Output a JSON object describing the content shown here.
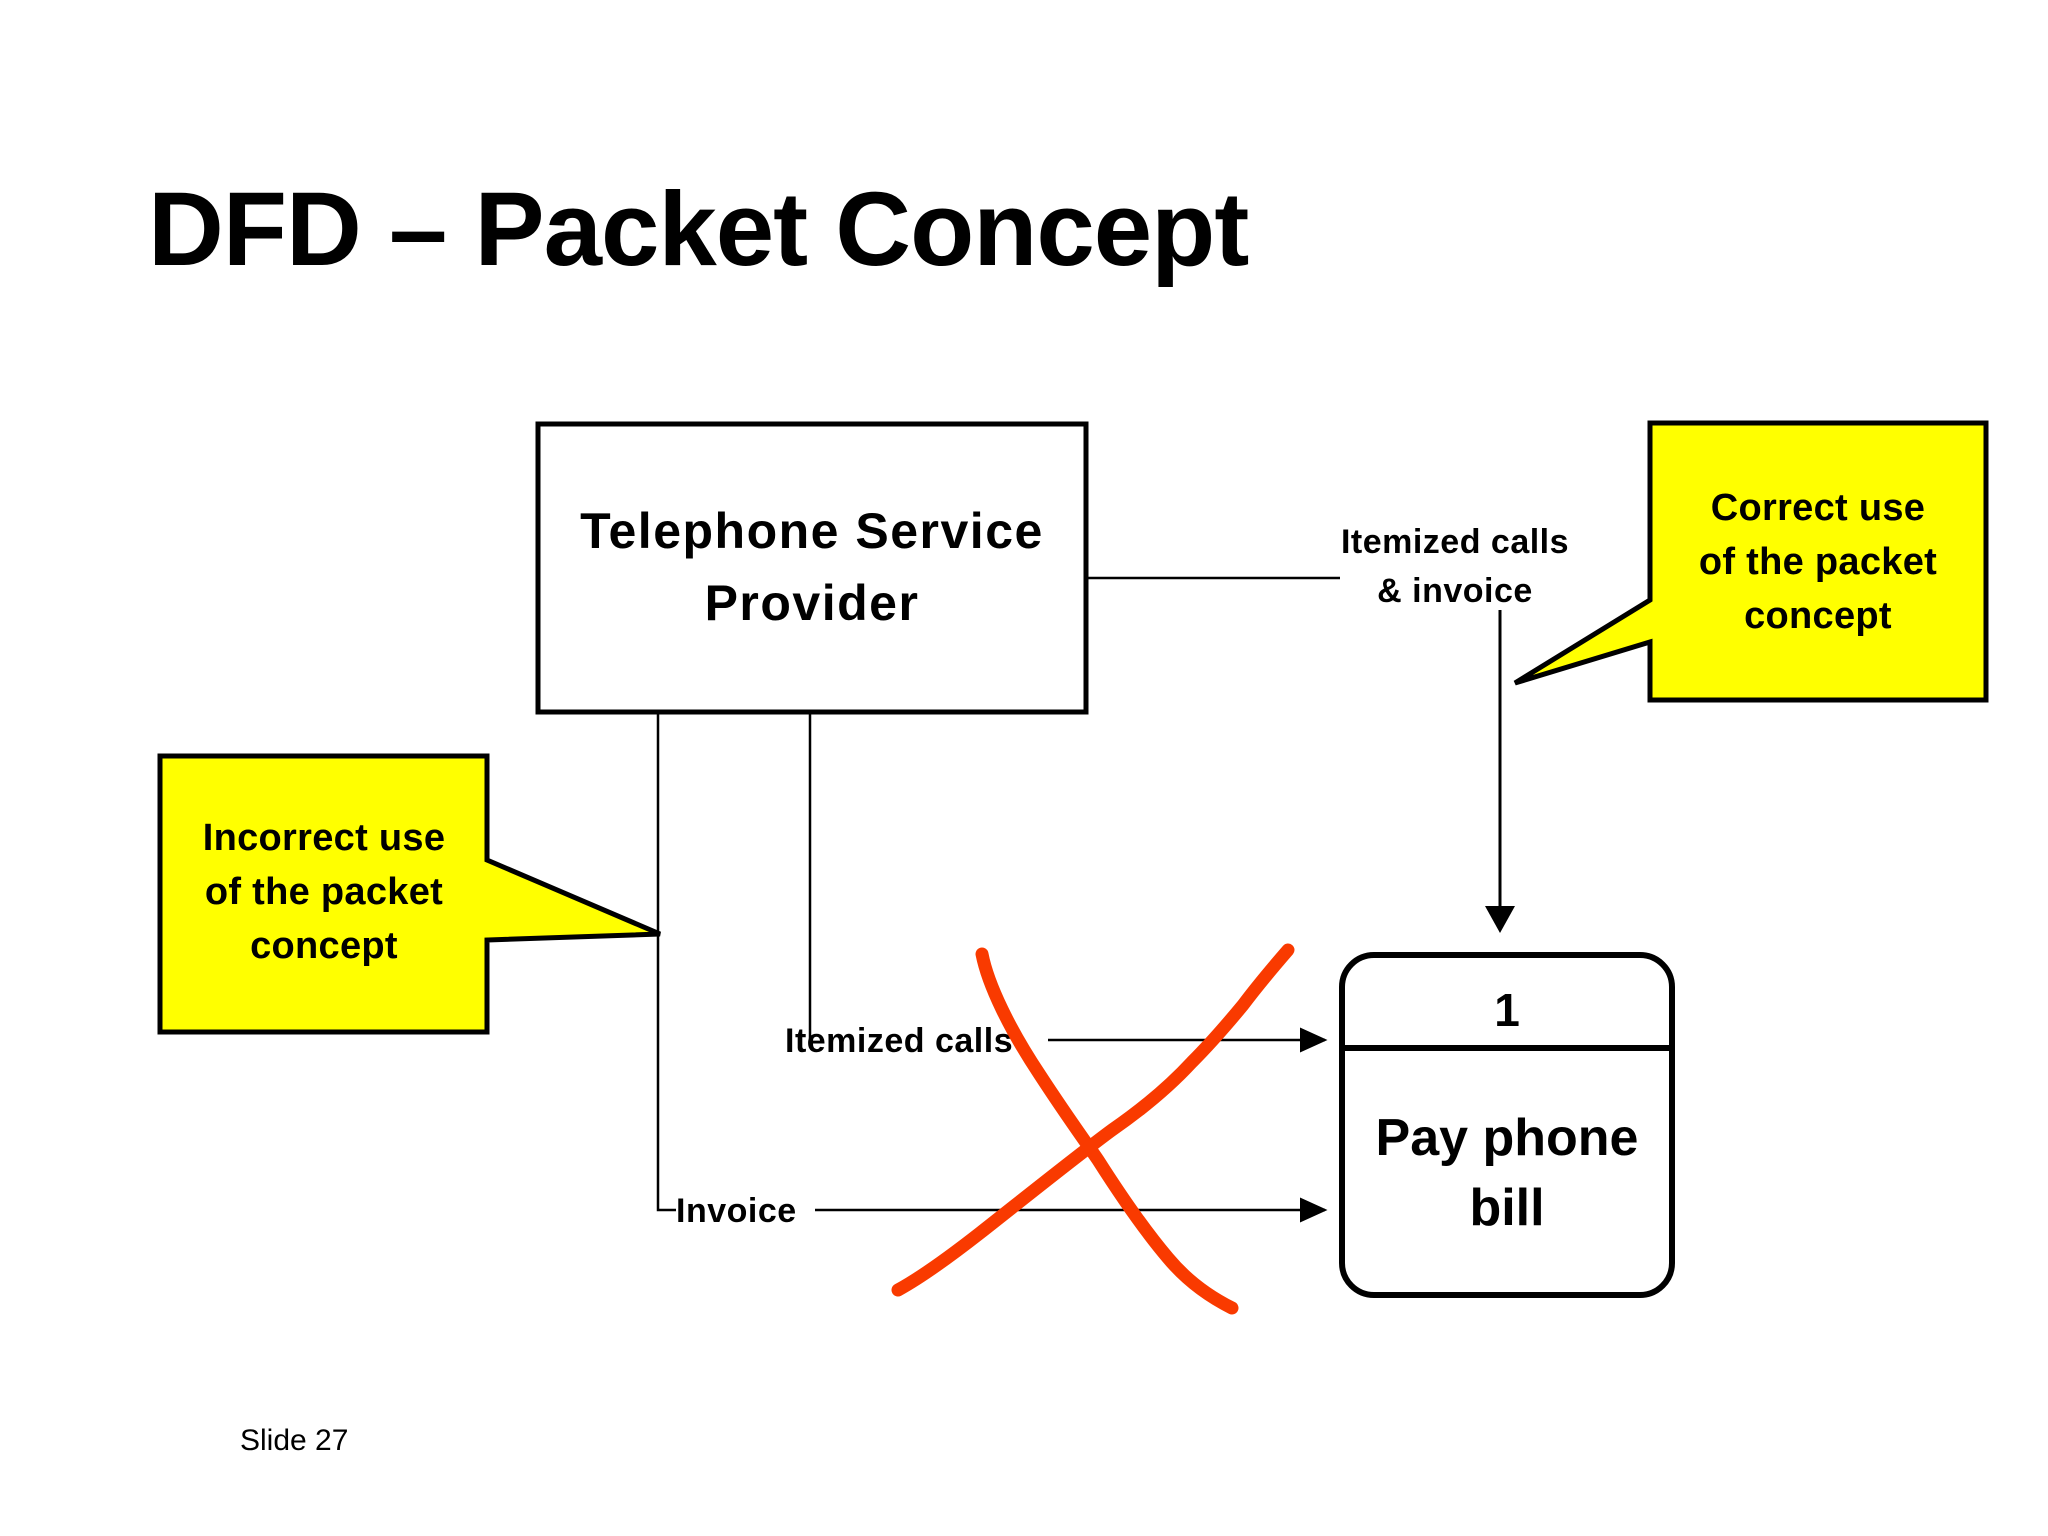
{
  "slide": {
    "title": "DFD – Packet Concept",
    "number_label": "Slide 27",
    "background_color": "#FFFFFF",
    "text_color": "#000000"
  },
  "diagram": {
    "type": "data-flow-diagram",
    "entities": [
      {
        "id": "telephone-service-provider",
        "shape": "rectangle",
        "label_line1": "Telephone Service",
        "label_line2": "Provider",
        "fill": "#FFFFFF",
        "stroke": "#000000"
      }
    ],
    "processes": [
      {
        "id": "pay-phone-bill",
        "shape": "rounded-rectangle",
        "number": "1",
        "label_line1": "Pay phone",
        "label_line2": "bill",
        "fill": "#FFFFFF",
        "stroke": "#000000"
      }
    ],
    "flows": [
      {
        "id": "combined-flow",
        "label_line1": "Itemized calls",
        "label_line2": "& invoice",
        "from": "telephone-service-provider",
        "to": "pay-phone-bill",
        "status": "correct"
      },
      {
        "id": "itemized-calls-flow",
        "label_line1": "Itemized calls",
        "label_line2": "",
        "from": "telephone-service-provider",
        "to": "pay-phone-bill",
        "status": "incorrect"
      },
      {
        "id": "invoice-flow",
        "label_line1": "Invoice",
        "label_line2": "",
        "from": "telephone-service-provider",
        "to": "pay-phone-bill",
        "status": "incorrect"
      }
    ],
    "callouts": [
      {
        "id": "correct-use-callout",
        "line1": "Correct use",
        "line2": "of the packet",
        "line3": "concept",
        "fill": "#FFFF00",
        "stroke": "#000000",
        "tail_direction": "left-down"
      },
      {
        "id": "incorrect-use-callout",
        "line1": "Incorrect use",
        "line2": "of the packet",
        "line3": "concept",
        "fill": "#FFFF00",
        "stroke": "#000000",
        "tail_direction": "right"
      }
    ],
    "annotations": [
      {
        "id": "red-cross-out",
        "kind": "hand-drawn-x",
        "color": "#F93A00",
        "meaning": "marks the two separate flows as incorrect"
      }
    ]
  }
}
